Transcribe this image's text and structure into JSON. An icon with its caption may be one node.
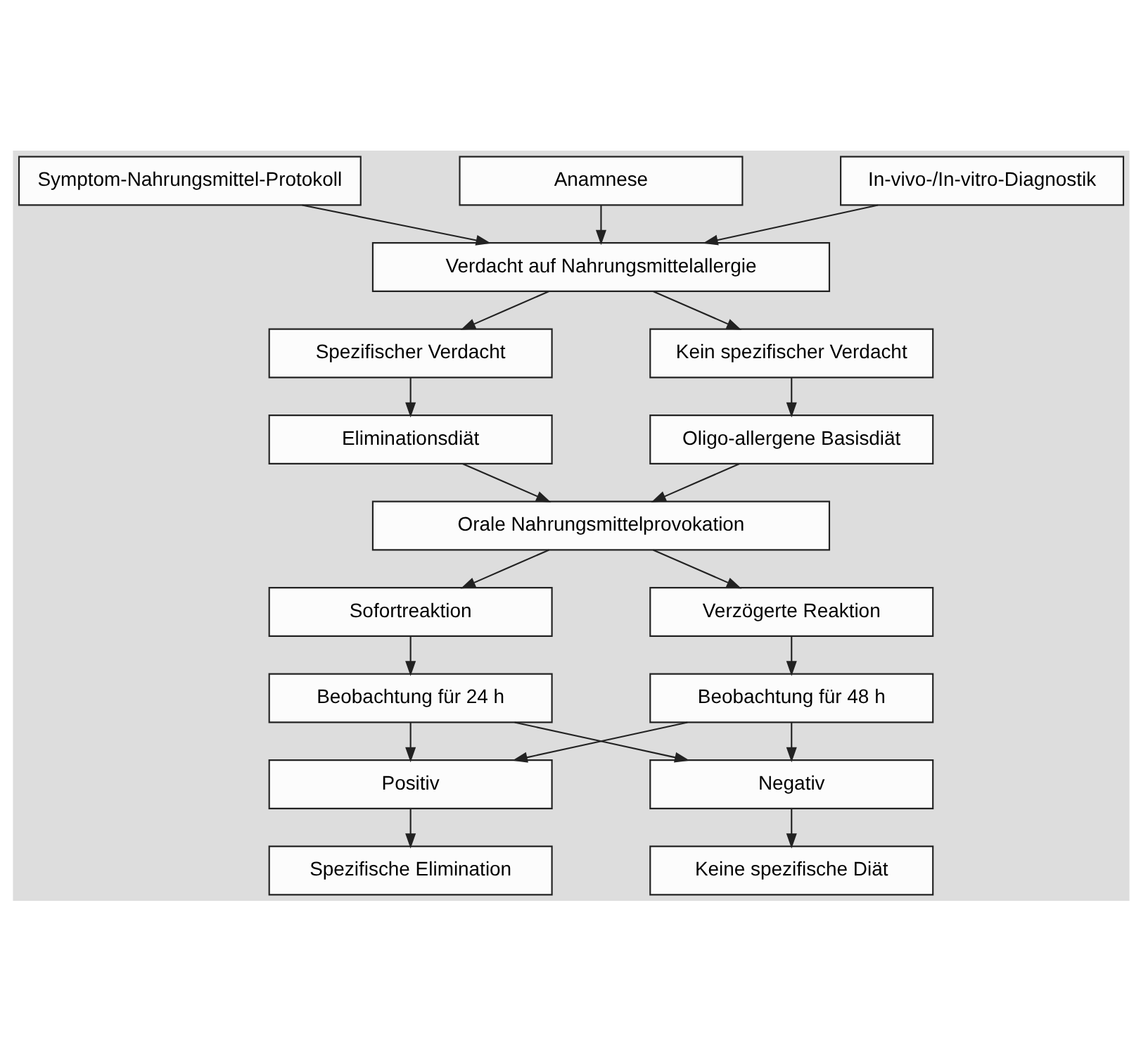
{
  "diagram": {
    "nodes": [
      {
        "text": [
          "Symptom-Nahrungsmittel-Protokoll"
        ]
      },
      {
        "text": [
          "Anamnese"
        ]
      },
      {
        "text": [
          "In-vivo-/In-vitro-Diagnostik"
        ]
      },
      {
        "text": [
          "Verdacht auf Nahrungsmittelallergie"
        ]
      },
      {
        "text": [
          "Spezifischer Verdacht"
        ]
      },
      {
        "text": [
          "Kein spezifischer Verdacht"
        ]
      },
      {
        "text": [
          "Eliminationsdiät"
        ]
      },
      {
        "text": [
          "Oligo-allergene Basisdiät"
        ]
      },
      {
        "text": [
          "Orale Nahrungsmittelprovokation"
        ]
      },
      {
        "text": [
          "Sofortreaktion"
        ]
      },
      {
        "text": [
          "Verzögerte Reaktion"
        ]
      },
      {
        "text": [
          "Beobachtung für 24 h"
        ]
      },
      {
        "text": [
          "Beobachtung für 48 h"
        ]
      },
      {
        "text": [
          "Positiv"
        ]
      },
      {
        "text": [
          "Negativ"
        ]
      },
      {
        "text": [
          "Spezifische Elimination"
        ]
      },
      {
        "text": [
          "Keine spezifische Diät"
        ]
      }
    ],
    "edges": [
      {
        "from": 0,
        "to": 3,
        "arrow": "to"
      },
      {
        "from": 1,
        "to": 3,
        "arrow": "to"
      },
      {
        "from": 2,
        "to": 3,
        "arrow": "to"
      },
      {
        "from": 3,
        "to": 4,
        "arrow": "to"
      },
      {
        "from": 3,
        "to": 5,
        "arrow": "to"
      },
      {
        "from": 4,
        "to": 6,
        "arrow": "to"
      },
      {
        "from": 5,
        "to": 7,
        "arrow": "to"
      },
      {
        "from": 6,
        "to": 8,
        "arrow": "to"
      },
      {
        "from": 7,
        "to": 8,
        "arrow": "to"
      },
      {
        "from": 8,
        "to": 9,
        "arrow": "to"
      },
      {
        "from": 8,
        "to": 10,
        "arrow": "to"
      },
      {
        "from": 9,
        "to": 11,
        "arrow": "to"
      },
      {
        "from": 10,
        "to": 12,
        "arrow": "to"
      },
      {
        "from": 11,
        "to": 13,
        "arrow": "to"
      },
      {
        "from": 11,
        "to": 14,
        "arrow": "to"
      },
      {
        "from": 12,
        "to": 13,
        "arrow": "to"
      },
      {
        "from": 12,
        "to": 14,
        "arrow": "to"
      },
      {
        "from": 13,
        "to": 15,
        "arrow": "to"
      },
      {
        "from": 14,
        "to": 16,
        "arrow": "to"
      }
    ]
  }
}
